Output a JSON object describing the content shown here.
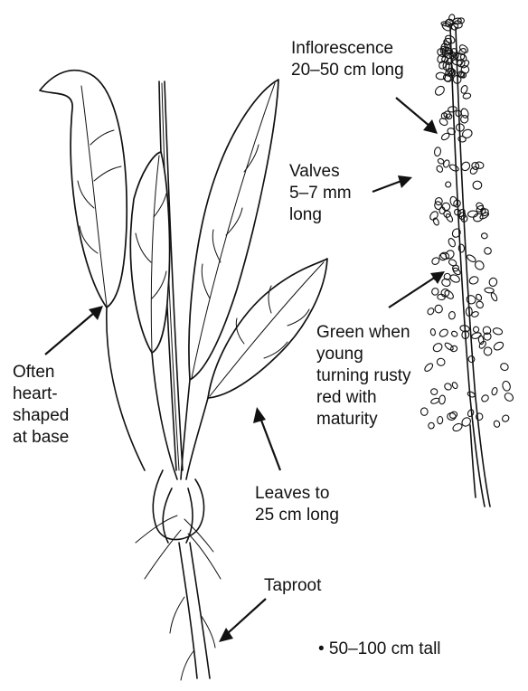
{
  "labels": {
    "inflorescence": [
      "Inflorescence",
      "20–50 cm long"
    ],
    "valves": [
      "Valves",
      "5–7 mm",
      "long"
    ],
    "color": [
      "Green when",
      "young",
      "turning rusty",
      "red with",
      "maturity"
    ],
    "heart": [
      "Often",
      "heart-",
      "shaped",
      "at base"
    ],
    "leaves": [
      "Leaves to",
      "25 cm long"
    ],
    "taproot": "Taproot",
    "height": "• 50–100 cm tall"
  },
  "icons": [
    "plant-illustration",
    "inflorescence-illustration",
    "arrow"
  ]
}
